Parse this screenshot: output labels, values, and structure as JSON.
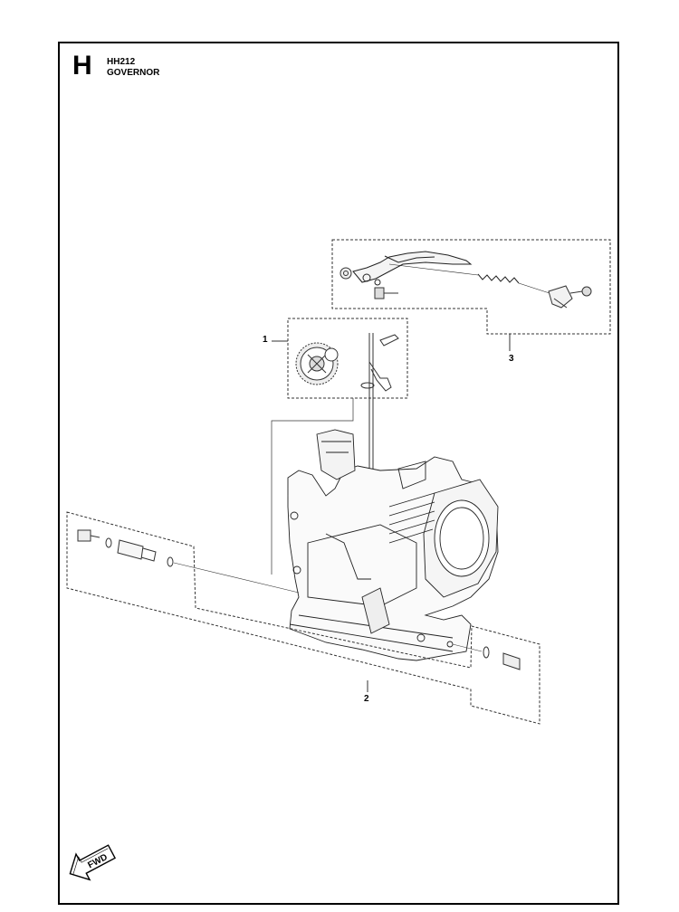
{
  "header": {
    "section_letter": "H",
    "model": "HH212",
    "title": "GOVERNOR"
  },
  "callouts": [
    "1",
    "2",
    "3"
  ],
  "fwd_label": "FWD",
  "icons": [
    "fwd-arrow-icon"
  ]
}
